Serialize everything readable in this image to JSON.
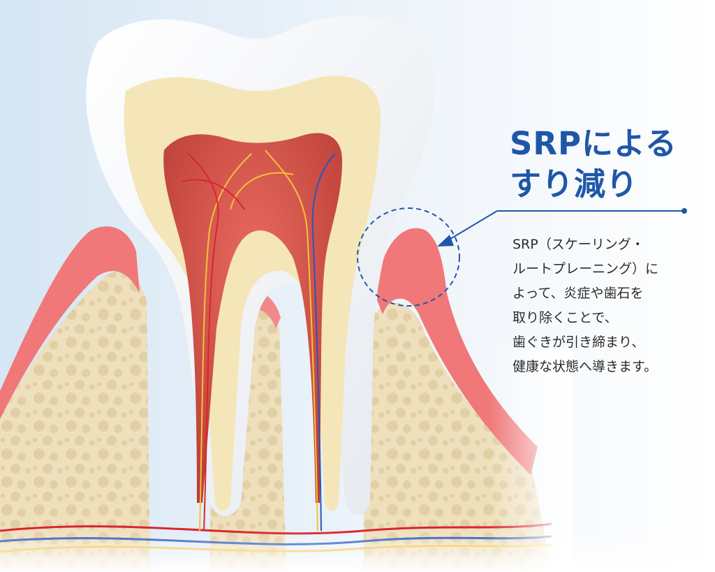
{
  "heading": {
    "line1": "SRPによる",
    "line2": "すり減り"
  },
  "description": [
    "SRP（スケーリング・",
    "ルートプレーニング）に",
    "よって、炎症や歯石を",
    "取り除くことで、",
    "歯ぐきが引き締まり、",
    "健康な状態へ導きます。"
  ],
  "colors": {
    "accent": "#1f57a8",
    "gum": "#f07878",
    "enamel": "#ffffff",
    "dentin": "#f4e6b8",
    "pulp": "#c84a42",
    "bone": "#ecdcb8"
  }
}
